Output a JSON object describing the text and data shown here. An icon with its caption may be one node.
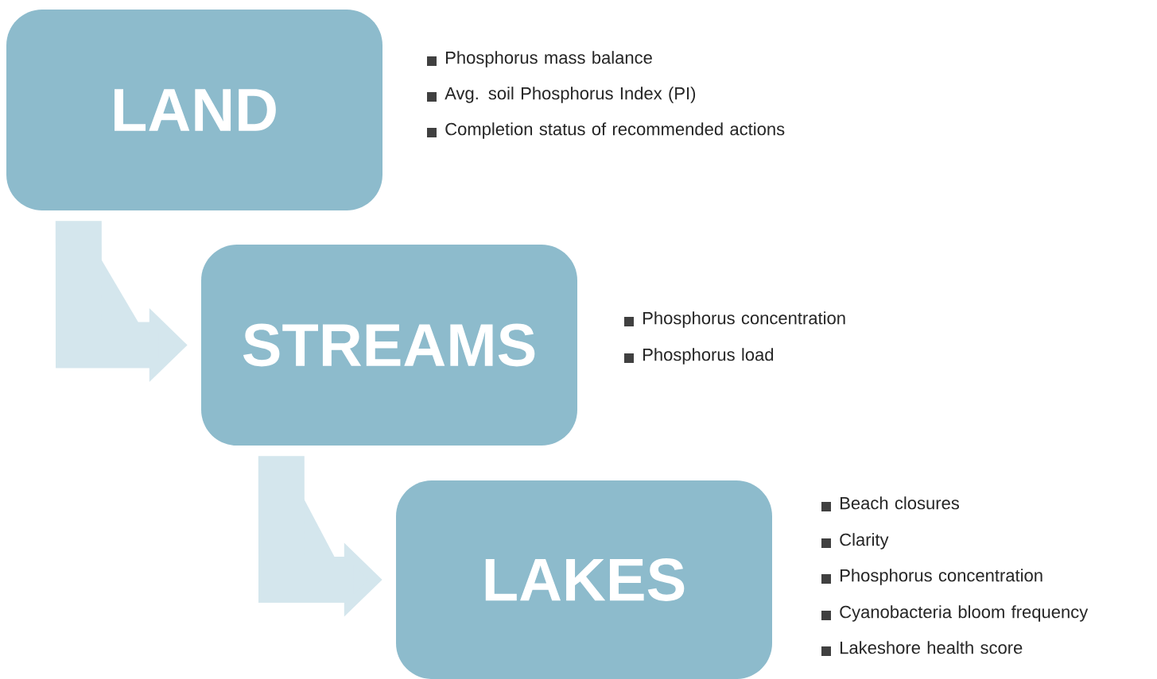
{
  "diagram": {
    "nodes": [
      {
        "text": [
          "LAND"
        ],
        "beside": [
          "Phosphorus mass balance",
          "Avg. soil Phosphorus Index (PI)",
          "Completion status of recommended actions"
        ]
      },
      {
        "text": [
          "STREAMS"
        ],
        "beside": [
          "Phosphorus concentration",
          "Phosphorus load"
        ]
      },
      {
        "text": [
          "LAKES"
        ],
        "beside": [
          "Beach closures",
          "Clarity",
          "Phosphorus concentration",
          "Cyanobacteria bloom frequency",
          "Lakeshore health score"
        ]
      }
    ],
    "edges": [
      {
        "from": 0,
        "to": 1,
        "arrow": "to"
      },
      {
        "from": 1,
        "to": 2,
        "arrow": "to"
      }
    ]
  }
}
